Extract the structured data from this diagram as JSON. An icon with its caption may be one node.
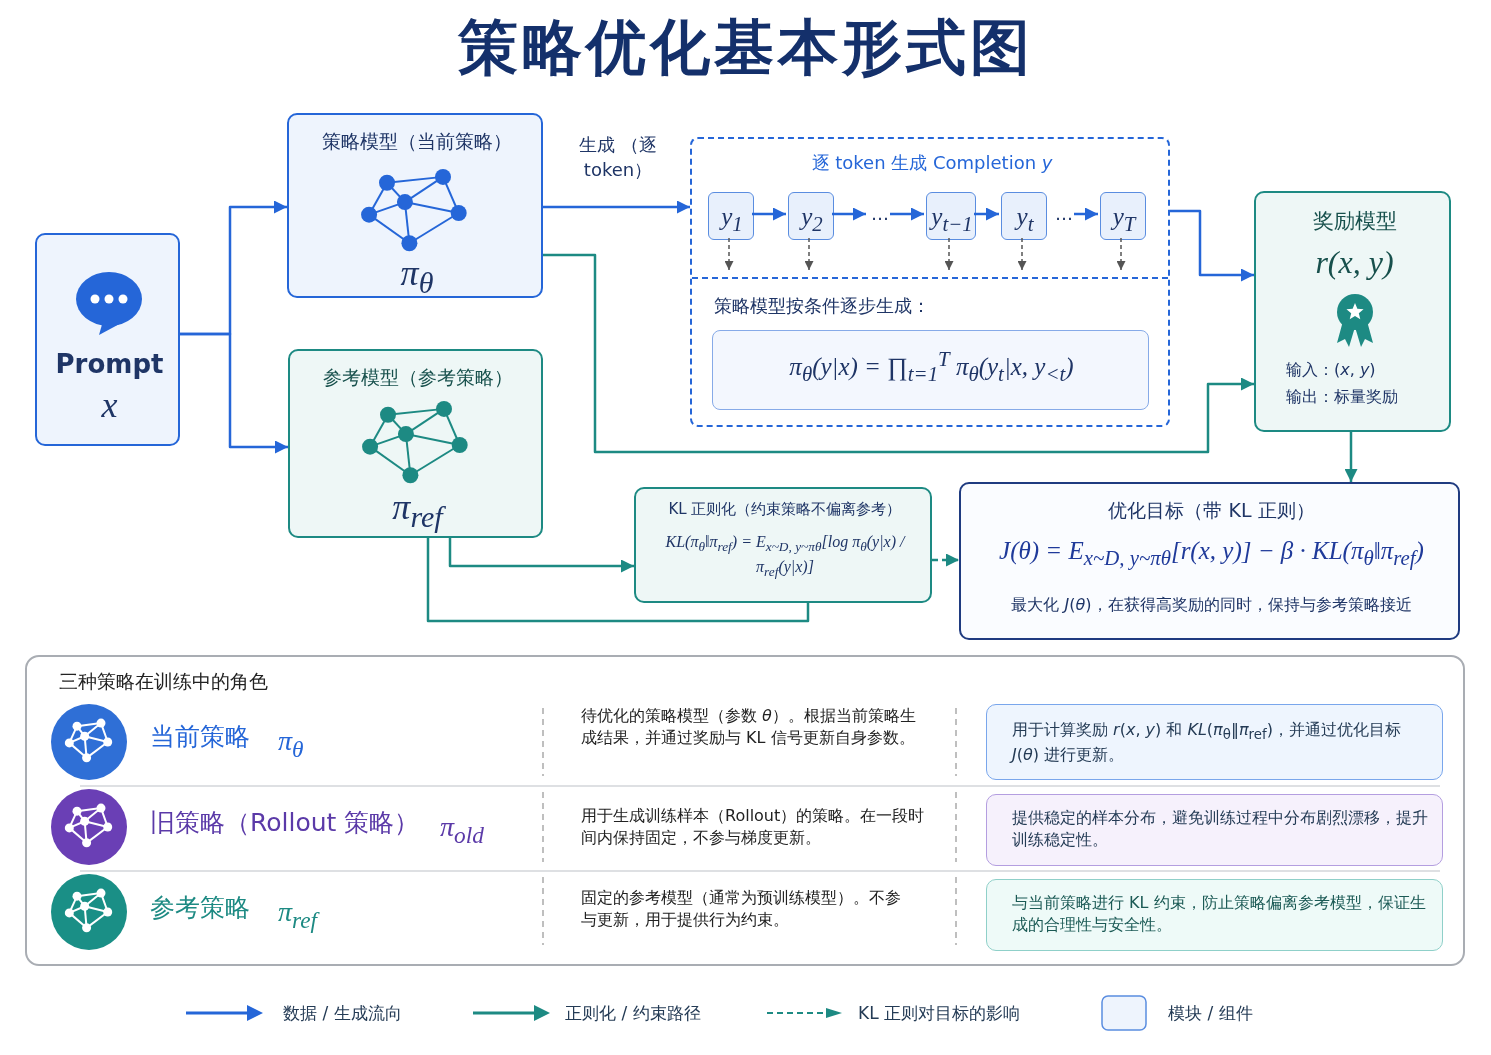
{
  "diagram": {
    "title": "策略优化基本形式图",
    "nodes": [
      {
        "text": [
          "Prompt",
          "x"
        ]
      },
      {
        "text": [
          "策略模型（当前策略）",
          "π$_{θ}$"
        ]
      },
      {
        "text": [
          "参考模型（参考策略）",
          "π$_{ref}$"
        ]
      },
      {
        "text": [
          "逐 token 生成 Completion *y*",
          "策略模型按条件逐步生成："
        ]
      },
      {
        "text": [
          "y$_{1}$"
        ],
        "in": 3
      },
      {
        "text": [
          "y$_{2}$"
        ],
        "in": 3
      },
      {
        "text": [
          "…"
        ],
        "in": 3
      },
      {
        "text": [
          "y$_{t−1}$"
        ],
        "in": 3
      },
      {
        "text": [
          "y$_{t}$"
        ],
        "in": 3
      },
      {
        "text": [
          "…"
        ],
        "in": 3
      },
      {
        "text": [
          "y$_{T}$"
        ],
        "in": 3
      },
      {
        "text": [
          "π$_{θ}$(y|x) = ∏$_{t=1}$$^{T}$ π$_{θ}$(y$_{t}$|x, y$_{<t}$)"
        ],
        "in": 3
      },
      {
        "text": [
          "奖励模型",
          "r(x, y)",
          "输入：(*x*, *y*)",
          "输出：标量奖励"
        ]
      },
      {
        "text": [
          "KL 正则化（约束策略不偏离参考）",
          "KL(π$_{θ}$‖π$_{ref}$) = E$_{x~D, y~πθ}$[log π$_{θ}$(y|x) / π$_{ref}$(y|x)]"
        ]
      },
      {
        "text": [
          "优化目标（带 KL 正则）",
          "J(θ) = E$_{x~D, y~πθ}$[r(x, y)] − β · KL(π$_{θ}$‖π$_{ref}$)",
          "最大化 *J*(*θ*)，在获得高奖励的同时，保持与参考策略接近"
        ]
      },
      {
        "text": [
          "三种策略在训练中的角色"
        ]
      },
      {
        "text": [
          "用于计算奖励 *r*(*x*, *y*) 和 *KL*(*π*$_{θ}$‖*π*$_{ref}$)，并通过优化目标 *J*(*θ*) 进行更新。"
        ],
        "in": 15
      },
      {
        "text": [
          "提供稳定的样本分布，避免训练过程中分布剧烈漂移，提升训练稳定性。"
        ],
        "in": 15
      },
      {
        "text": [
          "与当前策略进行 KL 约束，防止策略偏离参考模型，保证生成的合理性与安全性。"
        ],
        "in": 15
      }
    ],
    "edges": [
      {
        "from": 0,
        "to": 1,
        "arrow": "to"
      },
      {
        "from": 0,
        "to": 2,
        "arrow": "to"
      },
      {
        "from": 1,
        "to": 3,
        "arrow": "to",
        "label": "生成 （逐 token）"
      },
      {
        "from": 4,
        "to": 5,
        "arrow": "to"
      },
      {
        "from": 5,
        "to": 6,
        "arrow": "to"
      },
      {
        "from": 6,
        "to": 7,
        "arrow": "to"
      },
      {
        "from": 7,
        "to": 8,
        "arrow": "to"
      },
      {
        "from": 9,
        "to": 10,
        "arrow": "to"
      },
      {
        "from": 4,
        "to": null,
        "arrow": "to",
        "style": "dashed",
        "color": "#555555"
      },
      {
        "from": 5,
        "to": null,
        "arrow": "to",
        "style": "dashed",
        "color": "#555555"
      },
      {
        "from": 7,
        "to": null,
        "arrow": "to",
        "style": "dashed",
        "color": "#555555"
      },
      {
        "from": 8,
        "to": null,
        "arrow": "to",
        "style": "dashed",
        "color": "#555555"
      },
      {
        "from": 10,
        "to": null,
        "arrow": "to",
        "style": "dashed",
        "color": "#555555"
      },
      {
        "from": 3,
        "to": 12,
        "arrow": "to"
      },
      {
        "from": 1,
        "to": 12,
        "arrow": "to",
        "color": "#1d8a83"
      },
      {
        "from": 2,
        "to": 13,
        "arrow": "to",
        "color": "#1d8a83"
      },
      {
        "from": 2,
        "to": 13,
        "arrow": "none",
        "color": "#1d8a83"
      },
      {
        "from": 13,
        "to": 14,
        "arrow": "to",
        "style": "dashed",
        "color": "#1d8a83"
      },
      {
        "from": 12,
        "to": 14,
        "arrow": "to",
        "color": "#1d8a83"
      }
    ],
    "labels": [
      "当前策略",
      "π$_{θ}$",
      "待优化的策略模型（参数 *θ*）。根据当前策略生成结果，并通过奖励与 KL 信号更新自身参数。",
      "旧策略（Rollout 策略）",
      "π$_{old}$",
      "用于生成训练样本（Rollout）的策略。在一段时间内保持固定，不参与梯度更新。",
      "参考策略",
      "π$_{ref}$",
      "固定的参考模型（通常为预训练模型）。不参与更新，用于提供行为约束。"
    ],
    "legend": [
      {
        "text": "数据 / 生成流向"
      },
      {
        "text": "正则化 / 约束路径"
      },
      {
        "text": "KL 正则对目标的影响"
      },
      {
        "text": "模块 / 组件"
      }
    ]
  }
}
